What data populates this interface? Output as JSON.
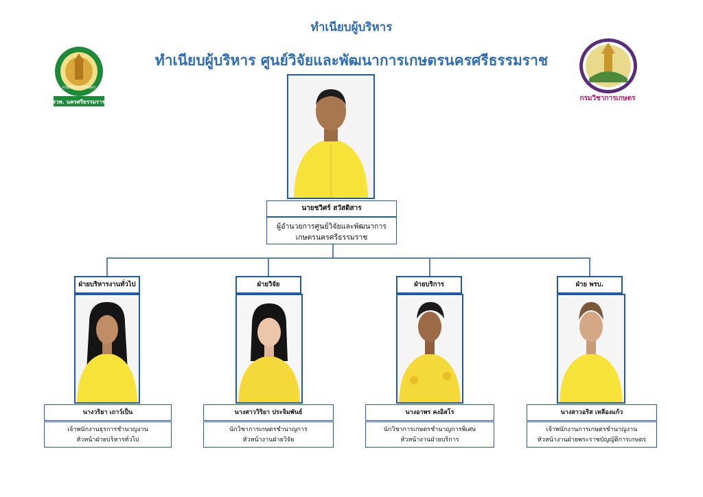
{
  "heading": "ทำเนียบผู้บริหาร",
  "title": "ทำเนียบผู้บริหาร ศูนย์วิจัยและพัฒนาการเกษตรนครศรีธรรมราช",
  "logos": {
    "left_text": "สวพ. นครศรีธรรมราช",
    "left_ring": "กรมวิชาการเกษตร",
    "right_text": "กรมวิชาการเกษตร"
  },
  "director": {
    "name": "นายชวิศร์  สวัสดิสาร",
    "title_line1": "ผู้อำนวยการศูนย์วิจัยและพัฒนาการ",
    "title_line2": "เกษตรนครศรีธรรมราช"
  },
  "departments": [
    {
      "tab": "ฝ่ายบริหารงานทั่วไป",
      "name": "นางวริยา เถาว์เป็น",
      "title_line1": "เจ้าพนักงานธุรการชำนาญงาน",
      "title_line2": "หัวหน้าฝ่ายบริหารทั่วไป"
    },
    {
      "tab": "ฝ่ายวิจัย",
      "name": "นางสาววิริยา ประจิมพันธ์",
      "title_line1": "นักวิชาการเกษตรชำนาญการ",
      "title_line2": "หัวหน้างานฝ่ายวิจัย"
    },
    {
      "tab": "ฝ่ายบริการ",
      "name": "นางอาพร คงอิสโร",
      "title_line1": "นักวิชาการเกษตรชำนาญการพิเศษ",
      "title_line2": "หัวหน้างานฝ่ายบริการ"
    },
    {
      "tab": "ฝ่าย พรบ.",
      "name": "นางสาวอริส เหลืองแก้ว",
      "title_line1": "เจ้าพนักงานการเกษตรชำนาญงาน",
      "title_line2": "หัวหน้างานฝ่ายพระราชบัญญัติการเกษตร"
    }
  ],
  "colors": {
    "title": "#2e6db5",
    "border": "#1f5aa8",
    "shirt": "#f7e23a",
    "connector": "#5a7fb8"
  }
}
